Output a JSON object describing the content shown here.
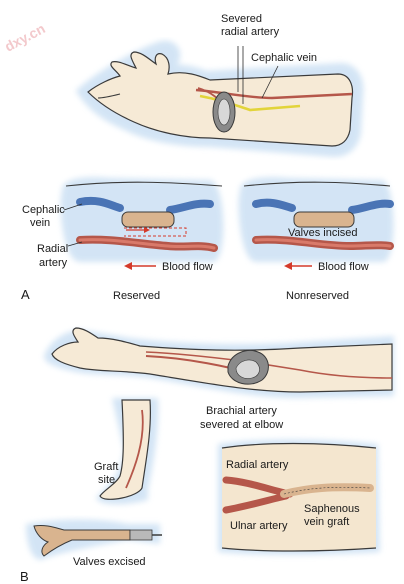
{
  "watermark": "dxy.cn",
  "labels": {
    "severed_radial_artery_1": "Severed",
    "severed_radial_artery_2": "radial artery",
    "cephalic_vein_top": "Cephalic vein",
    "cephalic_vein_1": "Cephalic",
    "cephalic_vein_2": "vein",
    "radial_artery_1": "Radial",
    "radial_artery_2": "artery",
    "blood_flow_left": "Blood flow",
    "valves_incised": "Valves incised",
    "blood_flow_right": "Blood flow",
    "reserved": "Reserved",
    "nonreserved": "Nonreserved",
    "brachial_1": "Brachial artery",
    "brachial_2": "severed at elbow",
    "graft_1": "Graft",
    "graft_2": "site",
    "radial_artery_inset": "Radial artery",
    "saphenous_1": "Saphenous",
    "saphenous_2": "vein graft",
    "ulnar_artery": "Ulnar artery",
    "valves_excised": "Valves excised"
  },
  "panels": {
    "a": "A",
    "b": "B"
  },
  "colors": {
    "skin": "#f6ead6",
    "halo": "#cfe2f4",
    "artery": "#b5574a",
    "vein_blue": "#4a74b5",
    "graft_tan": "#d9b48f",
    "arrow_red": "#d43a2a",
    "yellow": "#e2d43a",
    "inset_bg": "#f4e6cf"
  }
}
